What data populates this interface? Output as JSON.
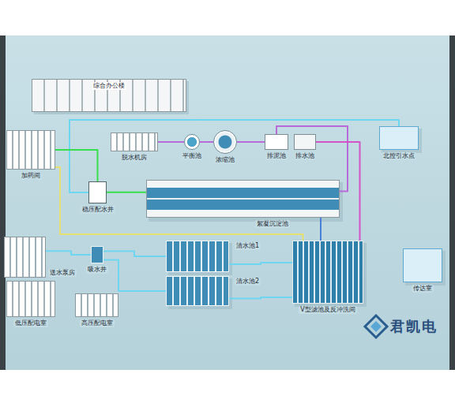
{
  "diagram": {
    "nodes": [
      {
        "text": [
          "综合办公楼"
        ]
      },
      {
        "text": [
          "加药间"
        ]
      },
      {
        "text": [
          "脱水机房"
        ]
      },
      {
        "text": [
          "平衡池"
        ]
      },
      {
        "text": [
          "浓缩池"
        ]
      },
      {
        "text": [
          "排泥池"
        ]
      },
      {
        "text": [
          "排水池"
        ]
      },
      {
        "text": [
          "北控引水点"
        ]
      },
      {
        "text": [
          "稳压配水井"
        ]
      },
      {
        "text": [
          "絮凝沉淀池"
        ]
      },
      {
        "text": [
          "送水泵房"
        ]
      },
      {
        "text": [
          "吸水井"
        ]
      },
      {
        "text": [
          "清水池1"
        ]
      },
      {
        "text": [
          "清水池2"
        ]
      },
      {
        "text": [
          "V型滤池及反冲洗间"
        ]
      },
      {
        "text": [
          "传达室"
        ]
      },
      {
        "text": [
          "低压配电室"
        ]
      },
      {
        "text": [
          "高压配电室"
        ]
      }
    ],
    "edges": [
      {
        "from": 7,
        "to": 8,
        "arrow": "none"
      },
      {
        "from": 1,
        "to": 8,
        "arrow": "none"
      },
      {
        "from": 1,
        "to": 14,
        "arrow": "none"
      },
      {
        "from": 2,
        "to": 3,
        "arrow": "none"
      },
      {
        "from": 3,
        "to": 4,
        "arrow": "none"
      },
      {
        "from": 4,
        "to": 5,
        "arrow": "none"
      },
      {
        "from": 5,
        "to": 9,
        "arrow": "none"
      },
      {
        "from": 6,
        "to": 14,
        "arrow": "none"
      },
      {
        "from": 8,
        "to": 9,
        "arrow": "none"
      },
      {
        "from": 9,
        "to": 14,
        "arrow": "none"
      },
      {
        "from": 14,
        "to": 12,
        "arrow": "none"
      },
      {
        "from": 14,
        "to": 13,
        "arrow": "none"
      },
      {
        "from": 12,
        "to": 11,
        "arrow": "none"
      },
      {
        "from": 13,
        "to": 11,
        "arrow": "none"
      },
      {
        "from": 11,
        "to": 10,
        "arrow": "none"
      }
    ],
    "labels": [
      "君凯电"
    ]
  }
}
